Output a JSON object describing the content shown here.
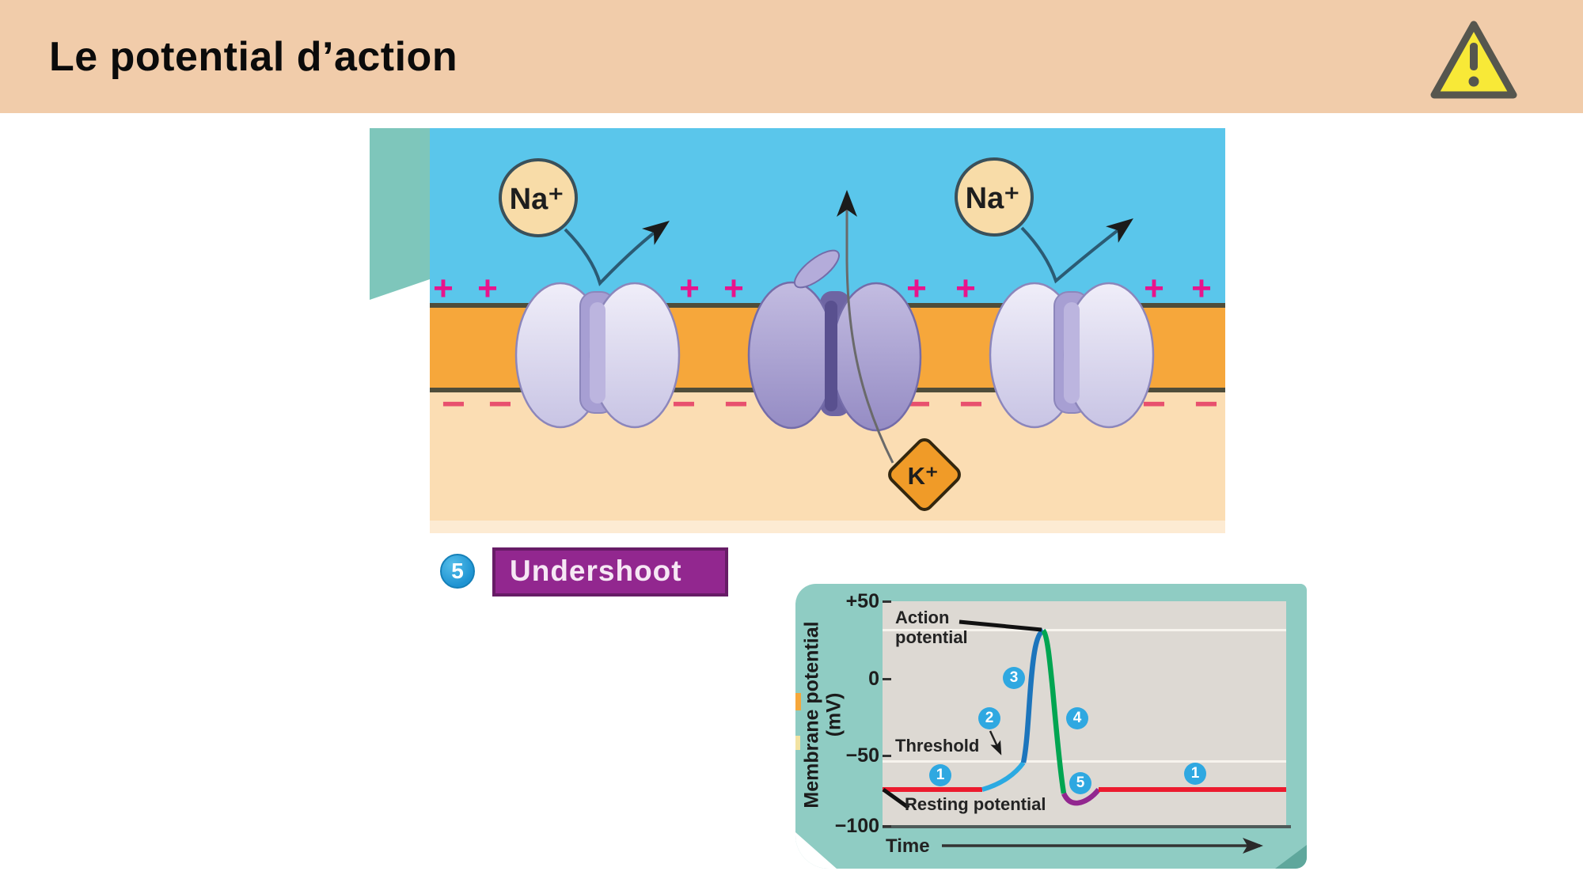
{
  "header": {
    "title": "Le potential d’action"
  },
  "figure": {
    "ions": {
      "na1": "Na⁺",
      "na2": "Na⁺",
      "k": "K⁺"
    },
    "charges": {
      "positive": "+",
      "negative": "−"
    }
  },
  "step_label": {
    "number": "5",
    "text": "Undershoot"
  },
  "chart": {
    "y_axis_title_line1": "Membrane potential",
    "y_axis_title_line2": "(mV)",
    "y_ticks": [
      "+50",
      "0",
      "−50",
      "−100"
    ],
    "x_axis_label": "Time",
    "annotations": {
      "action_potential": "Action potential",
      "threshold": "Threshold",
      "resting_potential": "Resting potential"
    },
    "markers": [
      {
        "label": "1"
      },
      {
        "label": "2"
      },
      {
        "label": "3"
      },
      {
        "label": "4"
      },
      {
        "label": "5"
      },
      {
        "label": "1"
      }
    ]
  },
  "chart_data": {
    "type": "line",
    "title": "",
    "xlabel": "Time",
    "ylabel": "Membrane potential (mV)",
    "ylim": [
      -100,
      50
    ],
    "yticks": [
      50,
      0,
      -50,
      -100
    ],
    "grid": "horizontal white lines at peak (+32 mV) and threshold (−55 mV)",
    "legend": "none",
    "resting_potential_mV": -70,
    "threshold_mV": -55,
    "peak_mV": 32,
    "undershoot_mV": -80,
    "phase_markers": [
      "1",
      "2",
      "3",
      "4",
      "5",
      "1"
    ],
    "segment_colors": {
      "resting": "#EC1B2E",
      "to_threshold": "#2BAAE2",
      "rising_spike": "#1C75BC",
      "falling_spike": "#00A551",
      "undershoot": "#92278F"
    },
    "series": [
      {
        "name": "Membrane potential",
        "x": [
          0,
          2.5,
          2.8,
          3.0,
          3.15,
          3.3,
          3.55,
          3.75,
          3.95,
          4.2,
          4.5,
          10
        ],
        "y": [
          -70,
          -70,
          -66,
          -60,
          -55,
          32,
          10,
          -50,
          -75,
          -80,
          -70,
          -70
        ]
      }
    ]
  }
}
